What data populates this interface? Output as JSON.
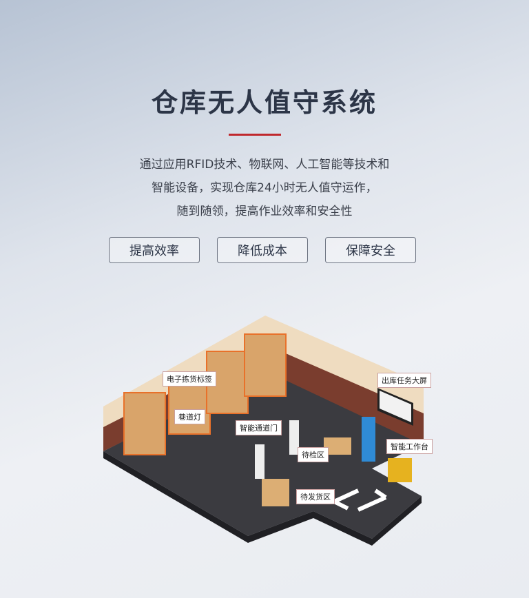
{
  "title": "仓库无人值守系统",
  "accent": "#c0282d",
  "description": [
    "通过应用RFID技术、物联网、人工智能等技术和",
    "智能设备，实现仓库24小时无人值守运作，",
    "随到随领，提高作业效率和安全性"
  ],
  "buttons": [
    "提高效率",
    "降低成本",
    "保障安全"
  ],
  "labels": {
    "tag": "电子拣货标签",
    "light": "巷道灯",
    "gate": "智能通道门",
    "screen": "出库任务大屏",
    "inspect": "待检区",
    "workbench": "智能工作台",
    "ship": "待发货区"
  }
}
